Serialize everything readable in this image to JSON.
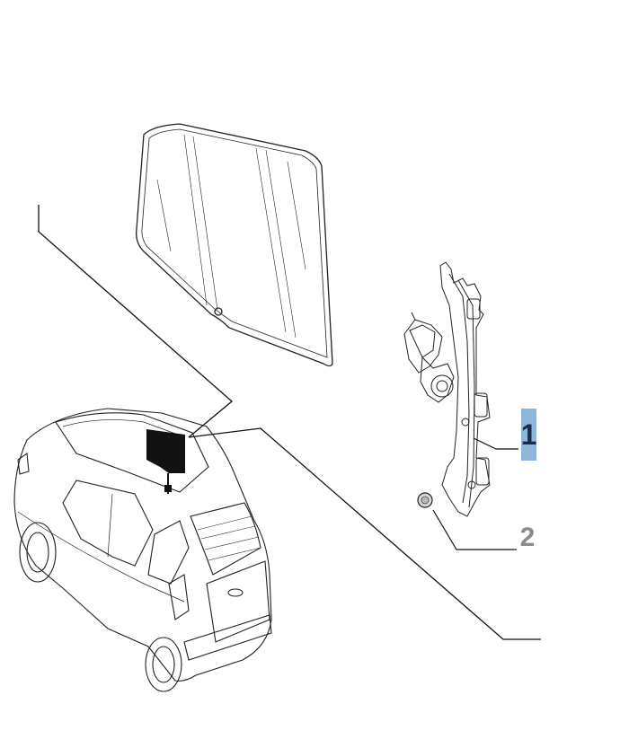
{
  "callouts": [
    {
      "id": "1",
      "label": "1",
      "color": "#8fb7db",
      "text_color": "#1a2c4a"
    },
    {
      "id": "2",
      "label": "2",
      "text_color": "#8a8a8a"
    }
  ],
  "colors": {
    "line": "#222222",
    "background": "#ffffff",
    "highlight": "#8fb7db"
  },
  "icons": [
    "door-glass-icon",
    "window-regulator-icon",
    "motor-icon",
    "grommet-icon",
    "car-rear-icon"
  ]
}
